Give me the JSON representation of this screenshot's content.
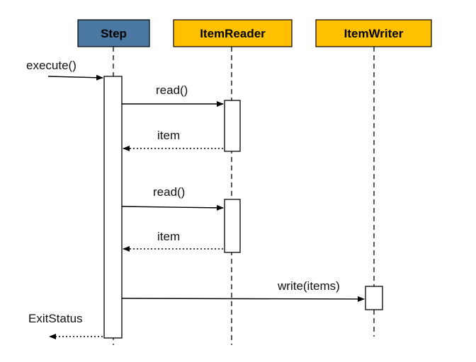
{
  "participants": [
    {
      "id": "step",
      "label": "Step",
      "fill": "#4a78a3",
      "text_color": "#000000"
    },
    {
      "id": "reader",
      "label": "ItemReader",
      "fill": "#ffc000",
      "text_color": "#000000"
    },
    {
      "id": "writer",
      "label": "ItemWriter",
      "fill": "#ffc000",
      "text_color": "#000000"
    }
  ],
  "messages": [
    {
      "label": "execute()",
      "from": "external",
      "to": "step",
      "style": "solid"
    },
    {
      "label": "read()",
      "from": "step",
      "to": "reader",
      "style": "solid"
    },
    {
      "label": "item",
      "from": "reader",
      "to": "step",
      "style": "dotted"
    },
    {
      "label": "read()",
      "from": "step",
      "to": "reader",
      "style": "solid"
    },
    {
      "label": "item",
      "from": "reader",
      "to": "step",
      "style": "dotted"
    },
    {
      "label": "write(items)",
      "from": "step",
      "to": "writer",
      "style": "solid"
    },
    {
      "label": "ExitStatus",
      "from": "step",
      "to": "external",
      "style": "dotted"
    }
  ]
}
